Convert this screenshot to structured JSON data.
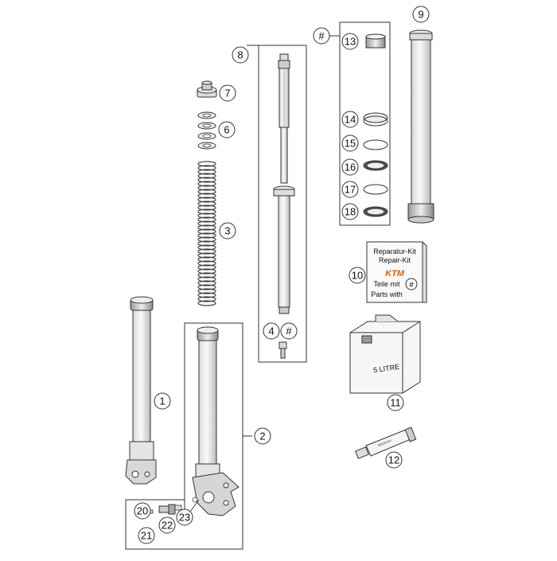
{
  "callouts": [
    "1",
    "2",
    "3",
    "4",
    "6",
    "7",
    "8",
    "9",
    "10",
    "11",
    "12",
    "13",
    "14",
    "15",
    "16",
    "17",
    "18",
    "20",
    "21",
    "22",
    "23"
  ],
  "hash_symbol": "#",
  "repair_kit": {
    "line1": "Reparatur-Kit",
    "line2": "Repair-Kit",
    "brand": "KTM",
    "line3": "Teile mit",
    "line4": "Parts with"
  },
  "oil_can_label": "5 LITRE",
  "tube_label": "Motorex",
  "colors": {
    "line": "#333333",
    "part_fill": "#f2f2f2",
    "shade": "#c8c8c8",
    "brand": "#e06000"
  }
}
